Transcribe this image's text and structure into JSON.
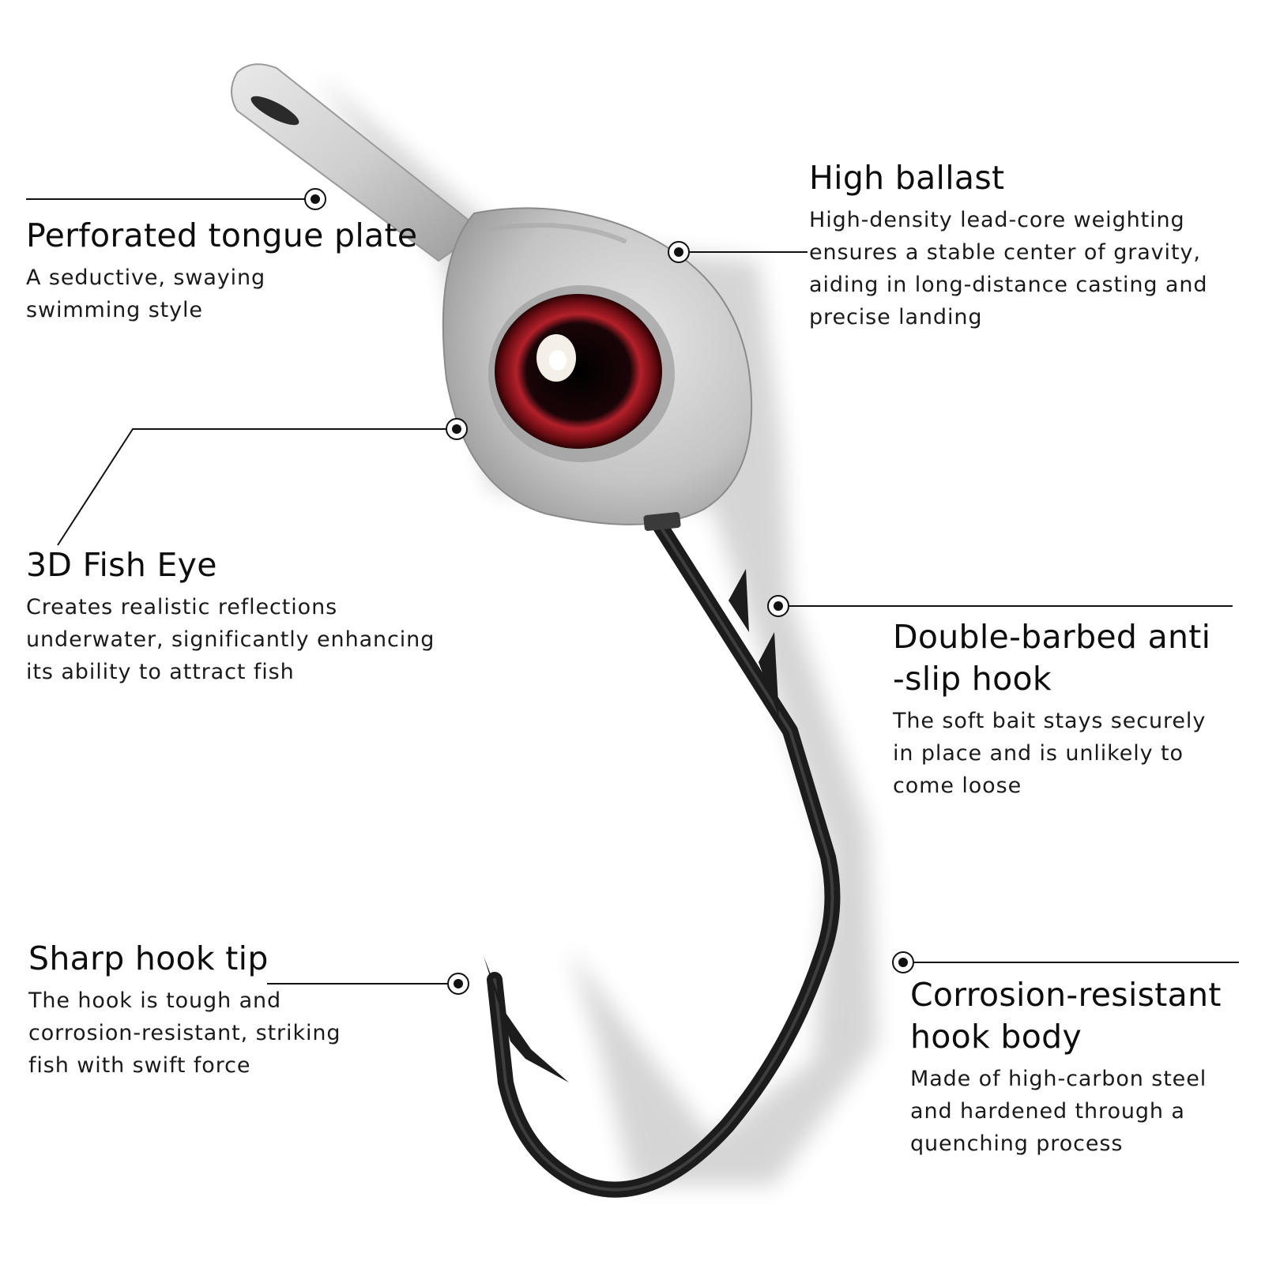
{
  "colors": {
    "background": "#ffffff",
    "text": "#111111",
    "lead_head": "#c9c9c9",
    "hook": "#1c1c1c",
    "eye_ring": "#b3202a"
  },
  "callouts": [
    {
      "id": "perforated-tongue-plate",
      "title": "Perforated tongue plate",
      "desc_lines": [
        "A seductive, swaying",
        "swimming style"
      ]
    },
    {
      "id": "high-ballast",
      "title": "High ballast",
      "desc_lines": [
        "High-density lead-core weighting",
        "ensures a stable center of gravity,",
        "aiding in long-distance casting and",
        "precise landing"
      ]
    },
    {
      "id": "fish-eye",
      "title": "3D Fish Eye",
      "desc_lines": [
        "Creates realistic reflections",
        "underwater, significantly enhancing",
        "its ability to attract fish"
      ]
    },
    {
      "id": "double-barbed-hook",
      "title_lines": [
        "Double-barbed anti",
        "-slip hook"
      ],
      "desc_lines": [
        "The soft bait stays securely",
        "in place and is unlikely to",
        "come loose"
      ]
    },
    {
      "id": "sharp-hook-tip",
      "title": "Sharp hook tip",
      "desc_lines": [
        "The hook is tough and",
        "corrosion-resistant, striking",
        "fish with swift force"
      ]
    },
    {
      "id": "corrosion-resistant-body",
      "title_lines": [
        "Corrosion-resistant",
        "hook body"
      ],
      "desc_lines": [
        "Made of high-carbon steel",
        "and hardened through a",
        "quenching process"
      ]
    }
  ]
}
